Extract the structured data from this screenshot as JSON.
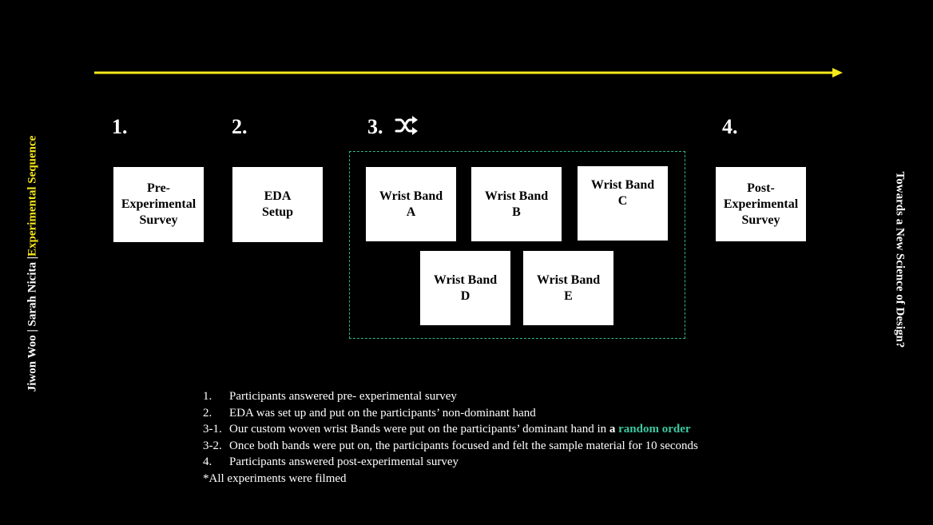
{
  "side": {
    "author1": "Jiwon Woo",
    "sep1": " | ",
    "author2": "Sarah Nicita",
    "sep2": " |",
    "section": "Experimental Sequence",
    "right_title": "Towards a New Science of Design?"
  },
  "steps": {
    "s1": "1.",
    "s2": "2.",
    "s3": "3.",
    "s4": "4."
  },
  "boxes": {
    "pre_survey": "Pre-\nExperimental\nSurvey",
    "eda": "EDA\nSetup",
    "band_a": "Wrist Band\nA",
    "band_b": "Wrist Band\nB",
    "band_c": "Wrist Band\nC",
    "band_d": "Wrist Band\nD",
    "band_e": "Wrist Band\nE",
    "post_survey": "Post-\nExperimental\nSurvey"
  },
  "icons": {
    "shuffle": "shuffle-icon",
    "timeline": "arrow-right-icon"
  },
  "colors": {
    "timeline": "#f5e81a",
    "group_border": "#2db38a",
    "highlight": "#3dc9a0"
  },
  "notes": {
    "n1_num": "1.",
    "n1_text": "Participants answered pre- experimental survey",
    "n2_num": "2.",
    "n2_text": "EDA was set up and put on the participants’ non-dominant hand",
    "n3_num": "3-1.",
    "n3_text": "Our custom woven wrist Bands were put on the participants’ dominant hand in ",
    "n3_bold": "a",
    "n3_highlight": "random order",
    "n4_num": "3-2.",
    "n4_text": "Once both bands were put on, the participants focused and felt the sample material for 10 seconds",
    "n5_num": "4.",
    "n5_text": "Participants answered post-experimental survey",
    "n6_text": "*All experiments were filmed"
  }
}
